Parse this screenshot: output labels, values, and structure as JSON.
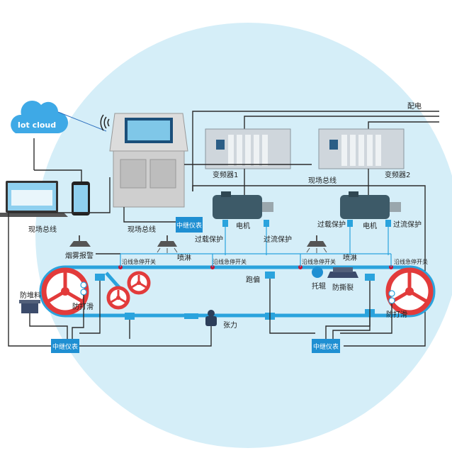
{
  "cloud": {
    "label": "Iot cloud"
  },
  "power": {
    "label": "配电"
  },
  "bus": {
    "label_left_1": "现场总线",
    "label_left_2": "现场总线",
    "label_mid": "现场总线"
  },
  "vfd": {
    "vfd1": "变频器1",
    "vfd2": "变频器2"
  },
  "motor": {
    "motor1": "电机",
    "motor2": "电机"
  },
  "protection": {
    "overload_1": "过载保护",
    "overcurrent_1": "过流保护",
    "overload_2": "过载保护",
    "overcurrent_2": "过流保护"
  },
  "relay": {
    "top": "中继仪表",
    "left": "中继仪表",
    "right": "中继仪表"
  },
  "sensors": {
    "smoke": "烟雾报警",
    "spray_1": "喷淋",
    "spray_2": "喷淋",
    "estop_1": "沿线急停开关",
    "estop_2": "沿线急停开关",
    "estop_3": "沿线急停开关",
    "estop_4": "沿线急停开关",
    "deviation": "跑偏",
    "idler": "托辊",
    "tear": "防撕裂",
    "pileup": "防堆料",
    "slip_1": "防打滑",
    "slip_2": "防打滑",
    "tension": "张力"
  },
  "colors": {
    "circle": "#d5eef8",
    "belt": "#2aa3dd",
    "relay": "#1f8fd2",
    "drum": "#e23b3b"
  }
}
